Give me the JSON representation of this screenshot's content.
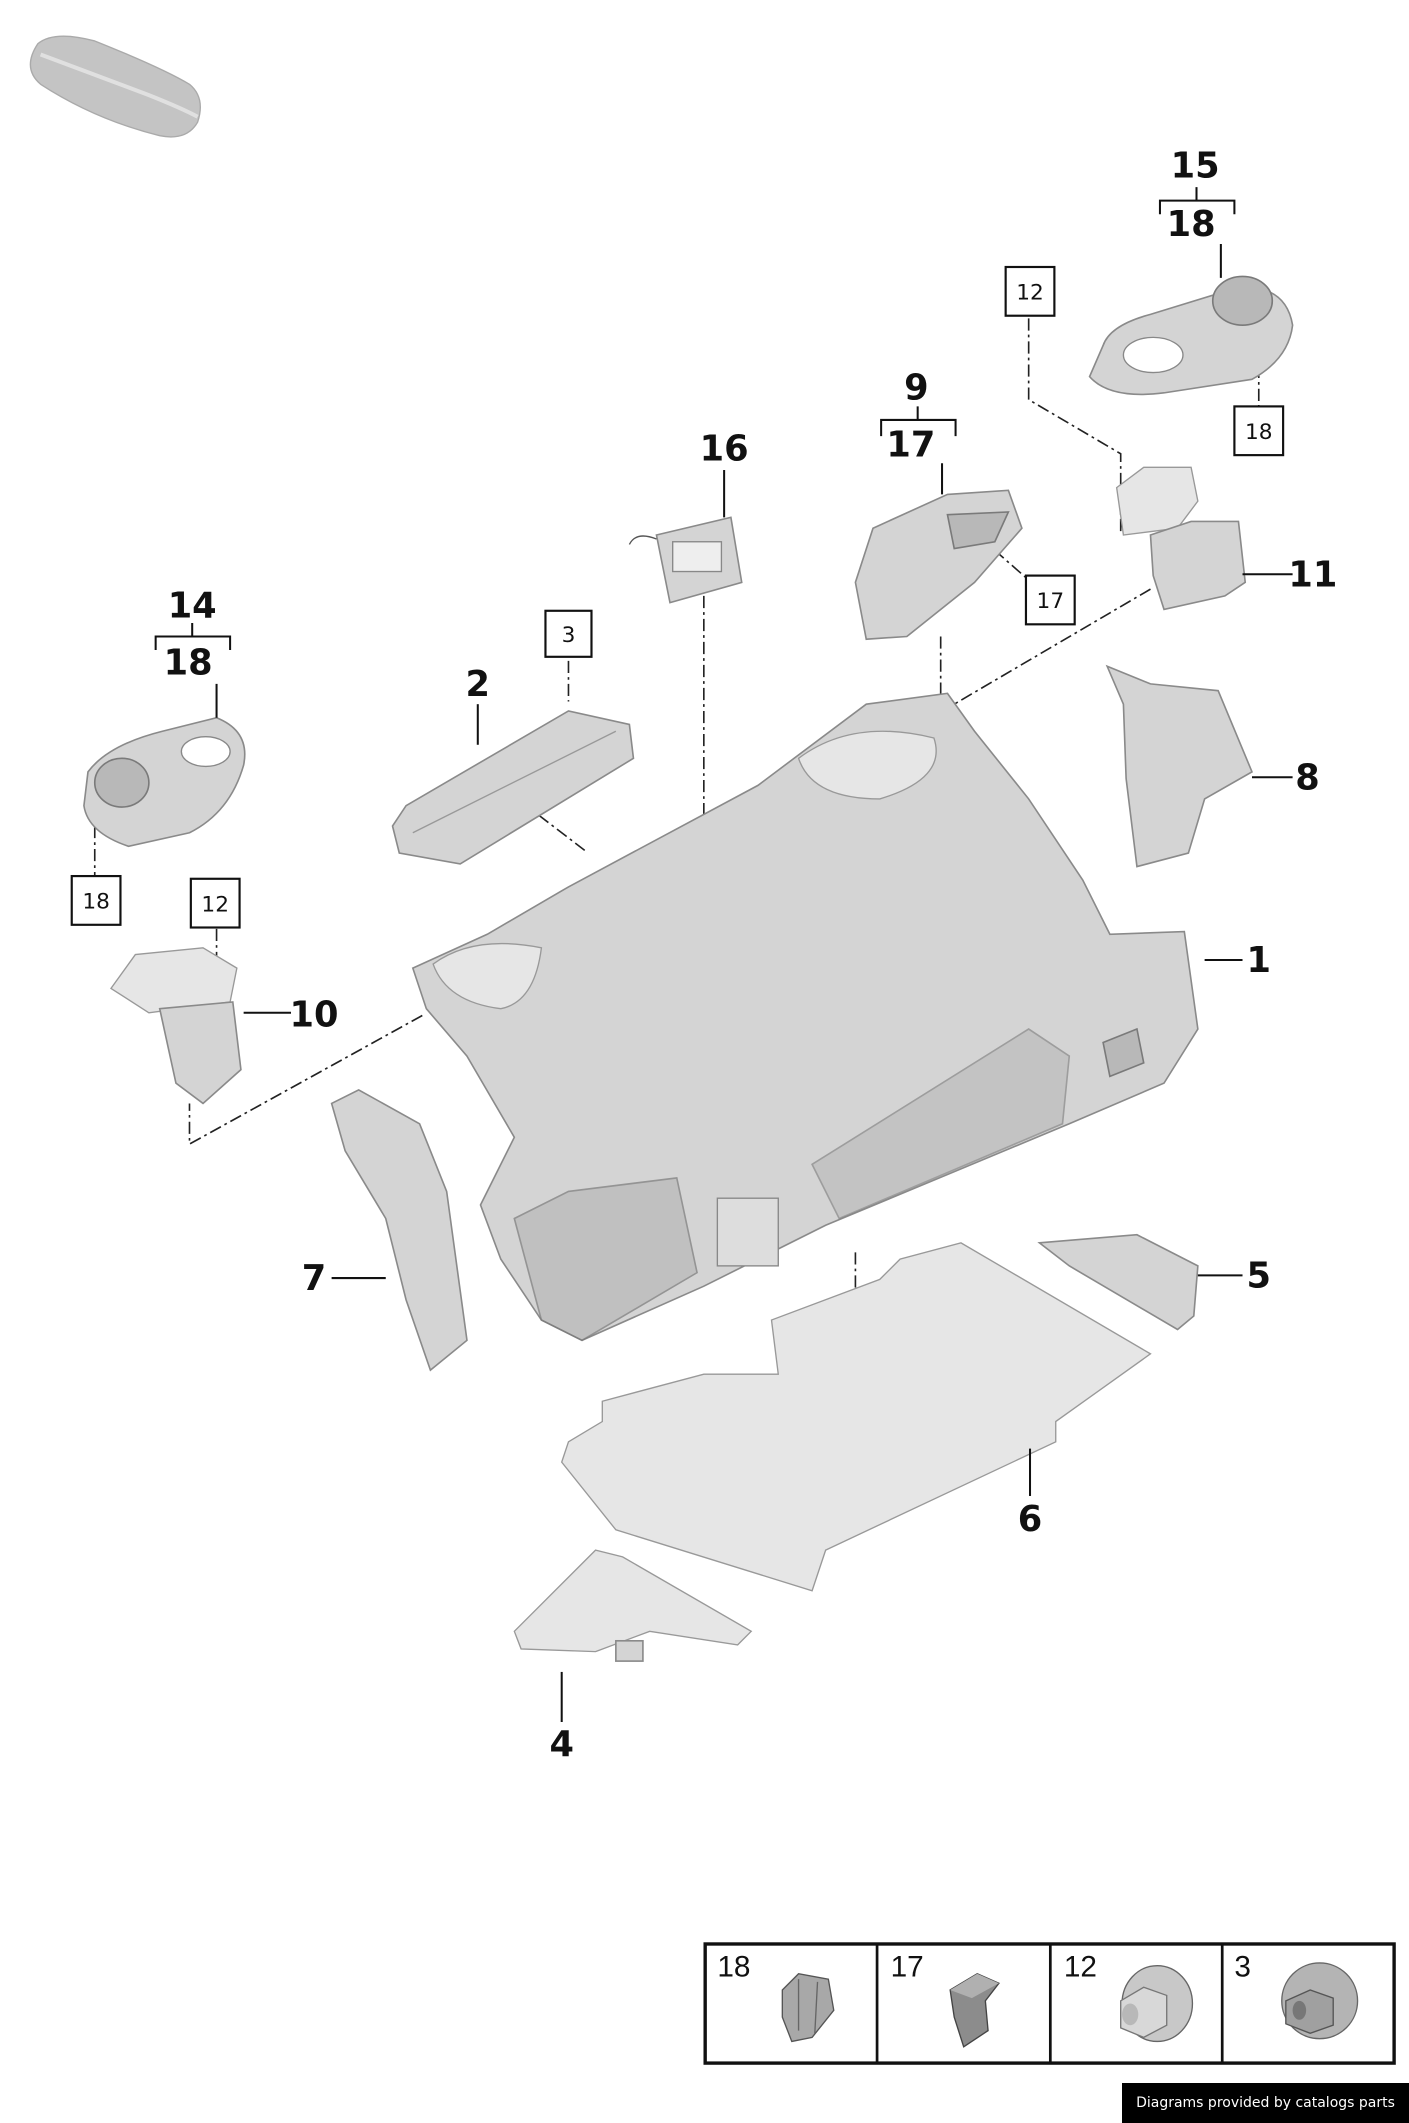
{
  "diagram": {
    "callouts": {
      "p1": "1",
      "p2": "2",
      "p4": "4",
      "p5": "5",
      "p6": "6",
      "p7": "7",
      "p8": "8",
      "p9": "9",
      "p9_sub": "17",
      "p10": "10",
      "p11": "11",
      "p14": "14",
      "p14_sub": "18",
      "p15": "15",
      "p15_sub": "18",
      "p16": "16"
    },
    "boxed_refs": {
      "b3": "3",
      "b12_top": "12",
      "b12_left": "12",
      "b17": "17",
      "b18_top": "18",
      "b18_left": "18"
    }
  },
  "legend": {
    "cells": [
      {
        "number": "18",
        "icon": "clip-icon"
      },
      {
        "number": "17",
        "icon": "spring-clip-icon"
      },
      {
        "number": "12",
        "icon": "flange-nut-icon"
      },
      {
        "number": "3",
        "icon": "washer-nut-icon"
      }
    ]
  },
  "footer": {
    "text": "Diagrams provided by catalogs parts"
  }
}
